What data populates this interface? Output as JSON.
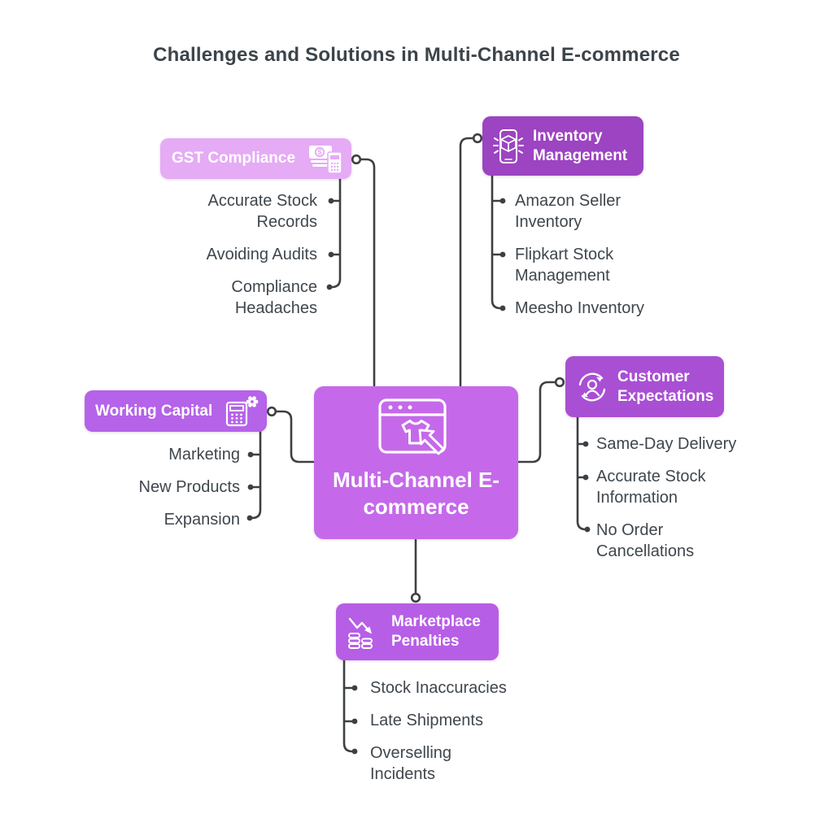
{
  "title": "Challenges and Solutions in Multi-Channel E-commerce",
  "center": {
    "label": "Multi-Channel E-commerce",
    "color": "#c569ea"
  },
  "branches": [
    {
      "id": "gst-compliance",
      "label": "GST Compliance",
      "icon": "money-bills-calculator-icon",
      "color": "#e5abf5",
      "items": [
        "Accurate Stock Records",
        "Avoiding Audits",
        "Compliance Headaches"
      ]
    },
    {
      "id": "inventory-management",
      "label": "Inventory Management",
      "icon": "phone-package-scan-icon",
      "color": "#9c44c1",
      "items": [
        "Amazon Seller Inventory",
        "Flipkart Stock Management",
        "Meesho Inventory"
      ]
    },
    {
      "id": "working-capital",
      "label": "Working Capital",
      "icon": "calculator-gear-icon",
      "color": "#b563e9",
      "items": [
        "Marketing",
        "New Products",
        "Expansion"
      ]
    },
    {
      "id": "customer-expectations",
      "label": "Customer Expectations",
      "icon": "customer-cycle-icon",
      "color": "#a94fd4",
      "items": [
        "Same-Day Delivery",
        "Accurate Stock Information",
        "No Order Cancellations"
      ]
    },
    {
      "id": "marketplace-penalties",
      "label": "Marketplace Penalties",
      "icon": "declining-sales-coins-icon",
      "color": "#b75ee6",
      "items": [
        "Stock Inaccuracies",
        "Late Shipments",
        "Overselling Incidents"
      ]
    }
  ],
  "colors": {
    "background": "#ffffff",
    "body_text": "#3f464c",
    "node_text": "#ffffff",
    "connector": "#3d4043"
  }
}
